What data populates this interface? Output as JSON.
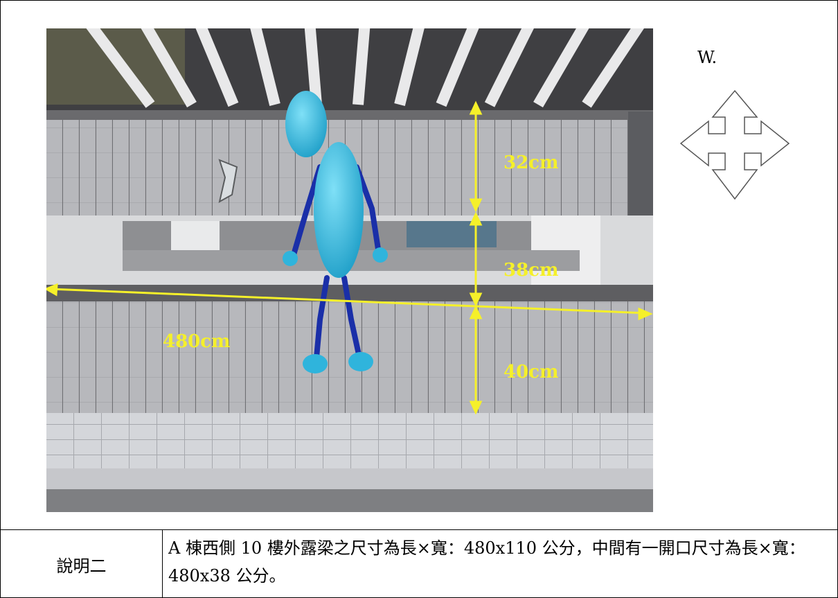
{
  "photo": {
    "compass_label": "W.",
    "compass_icon": "four-way-arrow-icon",
    "dim_labels": {
      "upper_beam": "32cm",
      "opening": "38cm",
      "lower_beam": "40cm",
      "length": "480cm"
    },
    "colors": {
      "dimension_lines": "#f5f02a",
      "figure_body": "#2fb4dc",
      "figure_limbs": "#1a2fa8"
    }
  },
  "caption": {
    "label": "說明二",
    "text": "A 棟西側 10 樓外露梁之尺寸為長×寬：480x110 公分，中間有一開口尺寸為長×寬：480x38 公分。"
  }
}
